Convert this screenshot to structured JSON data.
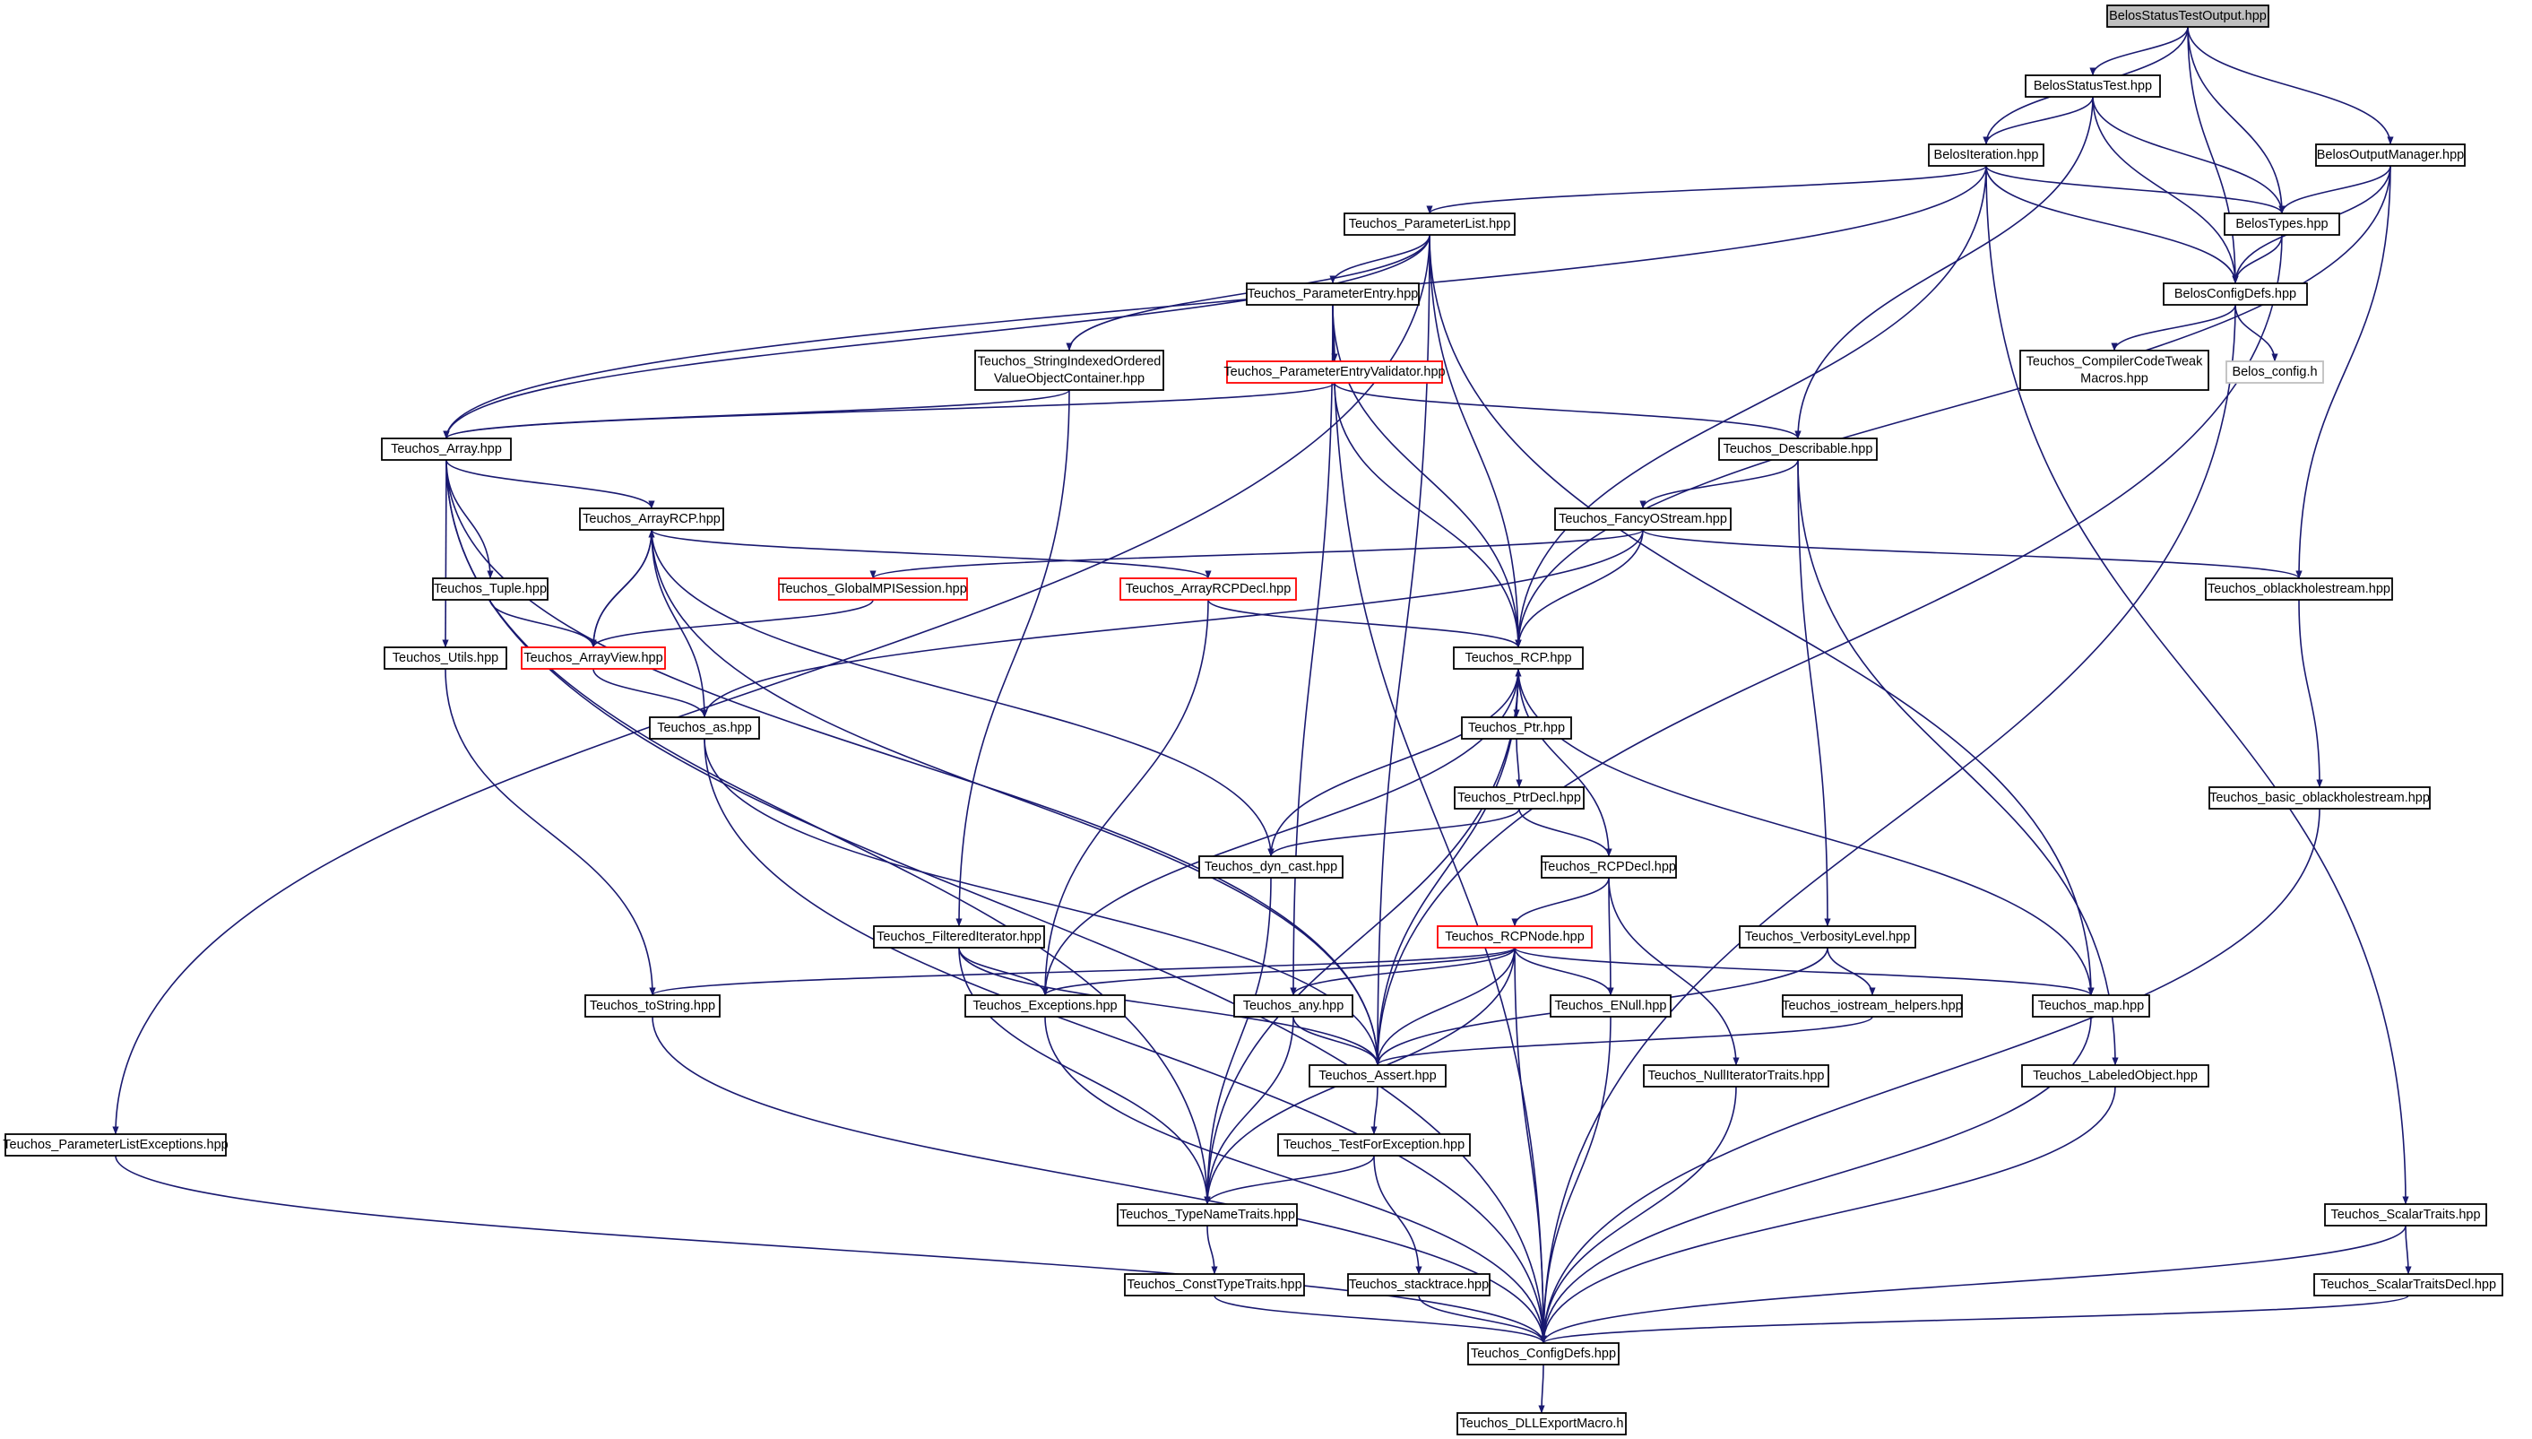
{
  "colors": {
    "edge": "#191970",
    "node_border": "#000000",
    "root_fill": "#bfbfbf",
    "incomplete_border": "#ff0000",
    "missing_border": "#bfbfbf",
    "missing_text": "#808080"
  },
  "nodes": {
    "BelosStatusTestOutput": {
      "lines": [
        "BelosStatusTestOutput.hpp"
      ],
      "kind": "root"
    },
    "BelosStatusTest": {
      "lines": [
        "BelosStatusTest.hpp"
      ],
      "kind": "normal"
    },
    "BelosIteration": {
      "lines": [
        "BelosIteration.hpp"
      ],
      "kind": "normal"
    },
    "BelosOutputManager": {
      "lines": [
        "BelosOutputManager.hpp"
      ],
      "kind": "normal"
    },
    "BelosTypes": {
      "lines": [
        "BelosTypes.hpp"
      ],
      "kind": "normal"
    },
    "BelosConfigDefs": {
      "lines": [
        "BelosConfigDefs.hpp"
      ],
      "kind": "normal"
    },
    "CompilerCodeTweak": {
      "lines": [
        "Teuchos_CompilerCodeTweak",
        "Macros.hpp"
      ],
      "kind": "normal"
    },
    "BelosConfigH": {
      "lines": [
        "Belos_config.h"
      ],
      "kind": "missing"
    },
    "ParameterList": {
      "lines": [
        "Teuchos_ParameterList.hpp"
      ],
      "kind": "normal"
    },
    "ParameterEntry": {
      "lines": [
        "Teuchos_ParameterEntry.hpp"
      ],
      "kind": "normal"
    },
    "StringIndexed": {
      "lines": [
        "Teuchos_StringIndexedOrdered",
        "ValueObjectContainer.hpp"
      ],
      "kind": "normal"
    },
    "ParameterEntryValidator": {
      "lines": [
        "Teuchos_ParameterEntryValidator.hpp"
      ],
      "kind": "incomplete"
    },
    "Describable": {
      "lines": [
        "Teuchos_Describable.hpp"
      ],
      "kind": "normal"
    },
    "Array": {
      "lines": [
        "Teuchos_Array.hpp"
      ],
      "kind": "normal"
    },
    "ArrayRCP": {
      "lines": [
        "Teuchos_ArrayRCP.hpp"
      ],
      "kind": "normal"
    },
    "FancyOStream": {
      "lines": [
        "Teuchos_FancyOStream.hpp"
      ],
      "kind": "normal"
    },
    "Tuple": {
      "lines": [
        "Teuchos_Tuple.hpp"
      ],
      "kind": "normal"
    },
    "GlobalMPISession": {
      "lines": [
        "Teuchos_GlobalMPISession.hpp"
      ],
      "kind": "incomplete"
    },
    "ArrayRCPDecl": {
      "lines": [
        "Teuchos_ArrayRCPDecl.hpp"
      ],
      "kind": "incomplete"
    },
    "Oblackholestream": {
      "lines": [
        "Teuchos_oblackholestream.hpp"
      ],
      "kind": "normal"
    },
    "Utils": {
      "lines": [
        "Teuchos_Utils.hpp"
      ],
      "kind": "normal"
    },
    "ArrayView": {
      "lines": [
        "Teuchos_ArrayView.hpp"
      ],
      "kind": "incomplete"
    },
    "RCP": {
      "lines": [
        "Teuchos_RCP.hpp"
      ],
      "kind": "normal"
    },
    "As": {
      "lines": [
        "Teuchos_as.hpp"
      ],
      "kind": "normal"
    },
    "Ptr": {
      "lines": [
        "Teuchos_Ptr.hpp"
      ],
      "kind": "normal"
    },
    "BasicOblackhole": {
      "lines": [
        "Teuchos_basic_oblackholestream.hpp"
      ],
      "kind": "normal"
    },
    "PtrDecl": {
      "lines": [
        "Teuchos_PtrDecl.hpp"
      ],
      "kind": "normal"
    },
    "DynCast": {
      "lines": [
        "Teuchos_dyn_cast.hpp"
      ],
      "kind": "normal"
    },
    "RCPDecl": {
      "lines": [
        "Teuchos_RCPDecl.hpp"
      ],
      "kind": "normal"
    },
    "FilteredIterator": {
      "lines": [
        "Teuchos_FilteredIterator.hpp"
      ],
      "kind": "normal"
    },
    "RCPNode": {
      "lines": [
        "Teuchos_RCPNode.hpp"
      ],
      "kind": "incomplete"
    },
    "VerbosityLevel": {
      "lines": [
        "Teuchos_VerbosityLevel.hpp"
      ],
      "kind": "normal"
    },
    "ToString": {
      "lines": [
        "Teuchos_toString.hpp"
      ],
      "kind": "normal"
    },
    "Exceptions": {
      "lines": [
        "Teuchos_Exceptions.hpp"
      ],
      "kind": "normal"
    },
    "Any": {
      "lines": [
        "Teuchos_any.hpp"
      ],
      "kind": "normal"
    },
    "ENull": {
      "lines": [
        "Teuchos_ENull.hpp"
      ],
      "kind": "normal"
    },
    "IostreamHelpers": {
      "lines": [
        "Teuchos_iostream_helpers.hpp"
      ],
      "kind": "normal"
    },
    "Map": {
      "lines": [
        "Teuchos_map.hpp"
      ],
      "kind": "normal"
    },
    "Assert": {
      "lines": [
        "Teuchos_Assert.hpp"
      ],
      "kind": "normal"
    },
    "NullIteratorTraits": {
      "lines": [
        "Teuchos_NullIteratorTraits.hpp"
      ],
      "kind": "normal"
    },
    "LabeledObject": {
      "lines": [
        "Teuchos_LabeledObject.hpp"
      ],
      "kind": "normal"
    },
    "ParameterListExceptions": {
      "lines": [
        "Teuchos_ParameterListExceptions.hpp"
      ],
      "kind": "normal"
    },
    "TestForException": {
      "lines": [
        "Teuchos_TestForException.hpp"
      ],
      "kind": "normal"
    },
    "TypeNameTraits": {
      "lines": [
        "Teuchos_TypeNameTraits.hpp"
      ],
      "kind": "normal"
    },
    "ScalarTraits": {
      "lines": [
        "Teuchos_ScalarTraits.hpp"
      ],
      "kind": "normal"
    },
    "ConstTypeTraits": {
      "lines": [
        "Teuchos_ConstTypeTraits.hpp"
      ],
      "kind": "normal"
    },
    "Stacktrace": {
      "lines": [
        "Teuchos_stacktrace.hpp"
      ],
      "kind": "normal"
    },
    "ScalarTraitsDecl": {
      "lines": [
        "Teuchos_ScalarTraitsDecl.hpp"
      ],
      "kind": "normal"
    },
    "TeuchosConfigDefs": {
      "lines": [
        "Teuchos_ConfigDefs.hpp"
      ],
      "kind": "normal"
    },
    "DLLExportMacro": {
      "lines": [
        "Teuchos_DLLExportMacro.h"
      ],
      "kind": "normal"
    }
  },
  "edges": [
    [
      "BelosStatusTestOutput",
      "BelosStatusTest"
    ],
    [
      "BelosStatusTestOutput",
      "BelosIteration"
    ],
    [
      "BelosStatusTestOutput",
      "BelosTypes"
    ],
    [
      "BelosStatusTestOutput",
      "BelosConfigDefs"
    ],
    [
      "BelosStatusTestOutput",
      "BelosOutputManager"
    ],
    [
      "BelosStatusTest",
      "BelosIteration"
    ],
    [
      "BelosStatusTest",
      "BelosTypes"
    ],
    [
      "BelosStatusTest",
      "BelosConfigDefs"
    ],
    [
      "BelosStatusTest",
      "Describable"
    ],
    [
      "BelosIteration",
      "BelosTypes"
    ],
    [
      "BelosIteration",
      "BelosConfigDefs"
    ],
    [
      "BelosIteration",
      "ParameterList"
    ],
    [
      "BelosIteration",
      "Array"
    ],
    [
      "BelosIteration",
      "RCP"
    ],
    [
      "BelosIteration",
      "ScalarTraits"
    ],
    [
      "BelosOutputManager",
      "BelosTypes"
    ],
    [
      "BelosOutputManager",
      "BelosConfigDefs"
    ],
    [
      "BelosOutputManager",
      "RCP"
    ],
    [
      "BelosOutputManager",
      "Oblackholestream"
    ],
    [
      "BelosTypes",
      "BelosConfigDefs"
    ],
    [
      "BelosTypes",
      "Assert"
    ],
    [
      "BelosConfigDefs",
      "CompilerCodeTweak"
    ],
    [
      "BelosConfigDefs",
      "BelosConfigH"
    ],
    [
      "BelosConfigDefs",
      "TeuchosConfigDefs"
    ],
    [
      "ParameterList",
      "ParameterListExceptions"
    ],
    [
      "ParameterList",
      "ParameterEntry"
    ],
    [
      "ParameterList",
      "StringIndexed"
    ],
    [
      "ParameterList",
      "Array"
    ],
    [
      "ParameterList",
      "RCP"
    ],
    [
      "ParameterList",
      "Assert"
    ],
    [
      "ParameterList",
      "Map"
    ],
    [
      "ParameterEntry",
      "ParameterEntryValidator"
    ],
    [
      "ParameterEntry",
      "RCP"
    ],
    [
      "ParameterEntry",
      "Any"
    ],
    [
      "ParameterEntry",
      "TeuchosConfigDefs"
    ],
    [
      "StringIndexed",
      "Array"
    ],
    [
      "StringIndexed",
      "FilteredIterator"
    ],
    [
      "ParameterEntryValidator",
      "Array"
    ],
    [
      "ParameterEntryValidator",
      "RCP"
    ],
    [
      "ParameterEntryValidator",
      "Describable"
    ],
    [
      "Describable",
      "FancyOStream"
    ],
    [
      "Describable",
      "VerbosityLevel"
    ],
    [
      "Describable",
      "LabeledObject"
    ],
    [
      "Array",
      "ArrayRCP"
    ],
    [
      "Array",
      "Tuple"
    ],
    [
      "Array",
      "Utils"
    ],
    [
      "Array",
      "Assert"
    ],
    [
      "Array",
      "TypeNameTraits"
    ],
    [
      "Array",
      "TeuchosConfigDefs"
    ],
    [
      "ArrayRCP",
      "ArrayRCPDecl"
    ],
    [
      "ArrayRCP",
      "ArrayView"
    ],
    [
      "ArrayRCP",
      "As"
    ],
    [
      "ArrayRCP",
      "DynCast"
    ],
    [
      "ArrayRCP",
      "Assert"
    ],
    [
      "FancyOStream",
      "GlobalMPISession"
    ],
    [
      "FancyOStream",
      "Oblackholestream"
    ],
    [
      "FancyOStream",
      "RCP"
    ],
    [
      "FancyOStream",
      "As"
    ],
    [
      "Tuple",
      "ArrayView"
    ],
    [
      "GlobalMPISession",
      "ArrayView"
    ],
    [
      "ArrayRCPDecl",
      "RCP"
    ],
    [
      "ArrayRCPDecl",
      "Exceptions"
    ],
    [
      "Oblackholestream",
      "BasicOblackhole"
    ],
    [
      "Utils",
      "ToString"
    ],
    [
      "ArrayView",
      "ArrayRCP"
    ],
    [
      "ArrayView",
      "As"
    ],
    [
      "RCP",
      "Ptr"
    ],
    [
      "RCP",
      "RCPDecl"
    ],
    [
      "RCP",
      "DynCast"
    ],
    [
      "RCP",
      "Exceptions"
    ],
    [
      "RCP",
      "Assert"
    ],
    [
      "RCP",
      "Map"
    ],
    [
      "RCP",
      "TypeNameTraits"
    ],
    [
      "Ptr",
      "RCP"
    ],
    [
      "Ptr",
      "PtrDecl"
    ],
    [
      "PtrDecl",
      "RCPDecl"
    ],
    [
      "PtrDecl",
      "DynCast"
    ],
    [
      "As",
      "Assert"
    ],
    [
      "As",
      "TeuchosConfigDefs"
    ],
    [
      "BasicOblackhole",
      "TeuchosConfigDefs"
    ],
    [
      "DynCast",
      "TypeNameTraits"
    ],
    [
      "RCPDecl",
      "RCPNode"
    ],
    [
      "RCPDecl",
      "ENull"
    ],
    [
      "RCPDecl",
      "NullIteratorTraits"
    ],
    [
      "FilteredIterator",
      "Exceptions"
    ],
    [
      "FilteredIterator",
      "Assert"
    ],
    [
      "FilteredIterator",
      "TypeNameTraits"
    ],
    [
      "RCPNode",
      "ToString"
    ],
    [
      "RCPNode",
      "Exceptions"
    ],
    [
      "RCPNode",
      "Any"
    ],
    [
      "RCPNode",
      "Assert"
    ],
    [
      "RCPNode",
      "ENull"
    ],
    [
      "RCPNode",
      "Map"
    ],
    [
      "RCPNode",
      "TypeNameTraits"
    ],
    [
      "RCPNode",
      "TeuchosConfigDefs"
    ],
    [
      "VerbosityLevel",
      "IostreamHelpers"
    ],
    [
      "VerbosityLevel",
      "Assert"
    ],
    [
      "IostreamHelpers",
      "Assert"
    ],
    [
      "ToString",
      "TeuchosConfigDefs"
    ],
    [
      "Exceptions",
      "TeuchosConfigDefs"
    ],
    [
      "Any",
      "Assert"
    ],
    [
      "Any",
      "TypeNameTraits"
    ],
    [
      "ENull",
      "TeuchosConfigDefs"
    ],
    [
      "Map",
      "TeuchosConfigDefs"
    ],
    [
      "Assert",
      "TestForException"
    ],
    [
      "NullIteratorTraits",
      "TeuchosConfigDefs"
    ],
    [
      "LabeledObject",
      "TeuchosConfigDefs"
    ],
    [
      "ParameterListExceptions",
      "TeuchosConfigDefs"
    ],
    [
      "TestForException",
      "TypeNameTraits"
    ],
    [
      "TestForException",
      "Stacktrace"
    ],
    [
      "TypeNameTraits",
      "ConstTypeTraits"
    ],
    [
      "ScalarTraits",
      "ScalarTraitsDecl"
    ],
    [
      "ScalarTraits",
      "TeuchosConfigDefs"
    ],
    [
      "ConstTypeTraits",
      "TeuchosConfigDefs"
    ],
    [
      "Stacktrace",
      "TeuchosConfigDefs"
    ],
    [
      "ScalarTraitsDecl",
      "TeuchosConfigDefs"
    ],
    [
      "TeuchosConfigDefs",
      "DLLExportMacro"
    ]
  ]
}
